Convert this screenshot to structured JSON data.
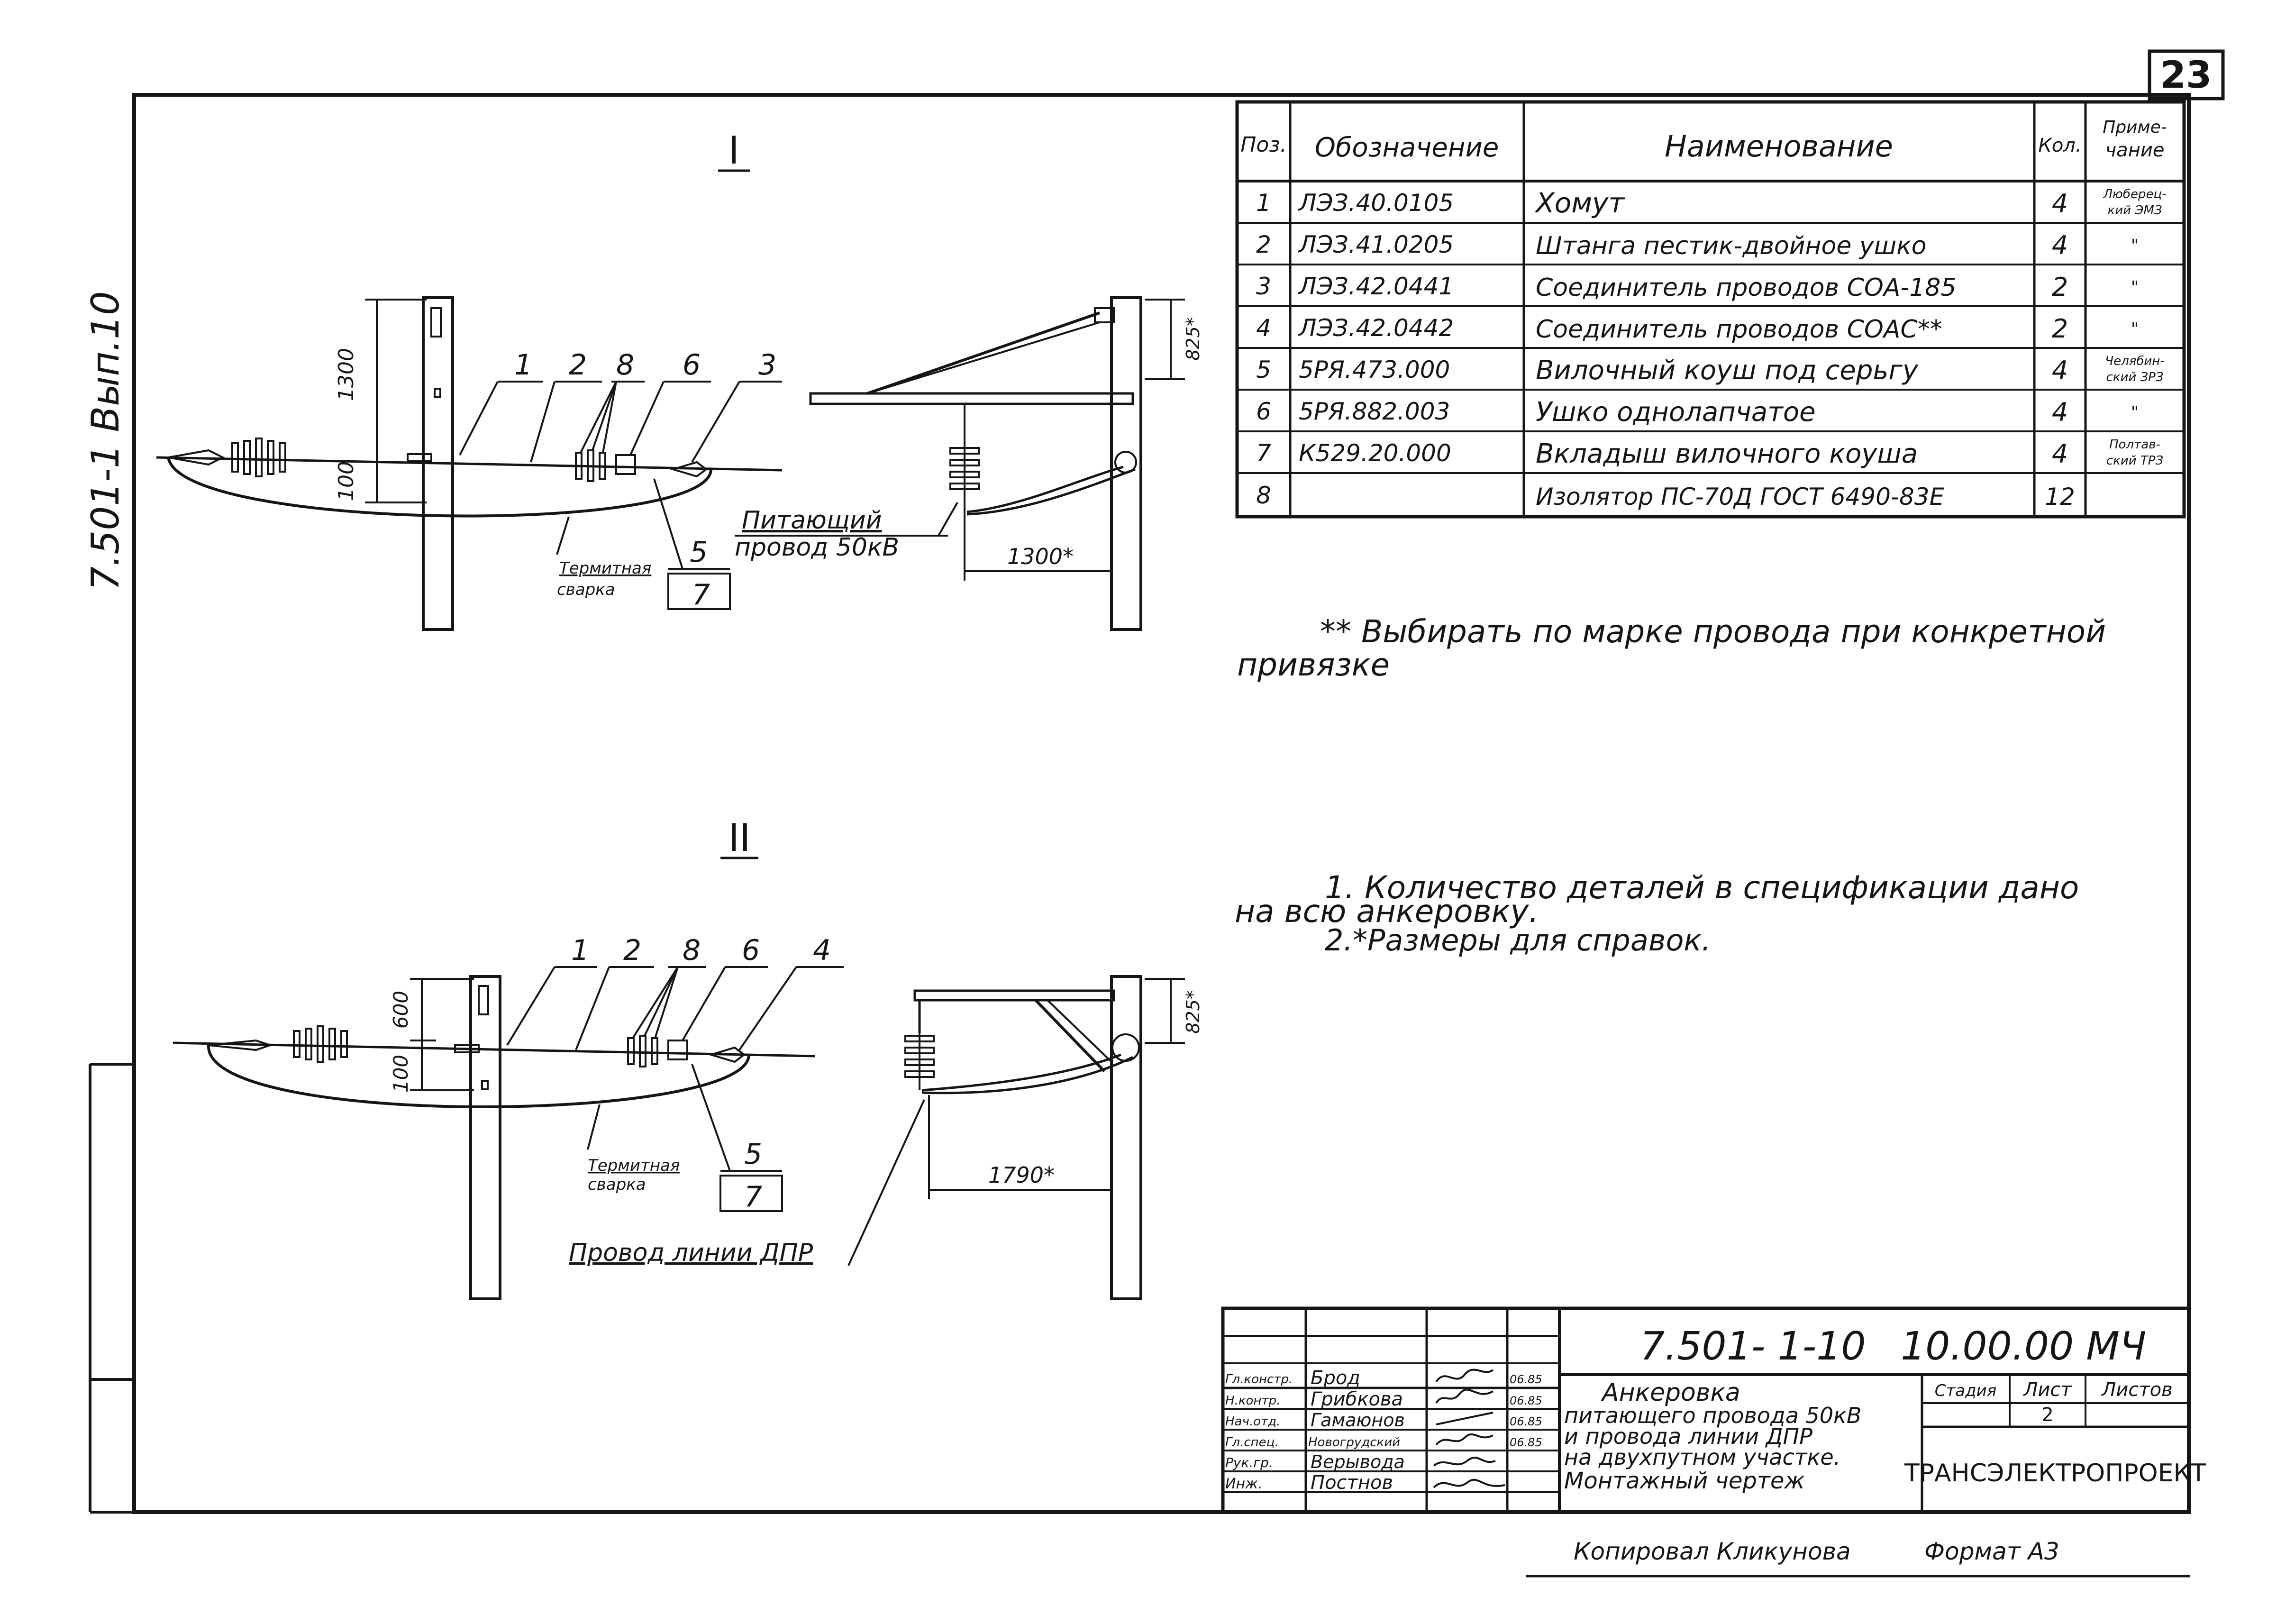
{
  "sheet_number": "23",
  "margin_code": "7.501-1  Вып.10",
  "views": {
    "view1": {
      "label": "I",
      "dim_1300": "1300",
      "dim_100": "100",
      "callouts": [
        "1",
        "2",
        "8",
        "6",
        "3"
      ],
      "callout_5": "5",
      "callout_7": "7",
      "weld_note_l1": "Термитная",
      "weld_note_l2": "сварка",
      "feeder_l1": "Питающий",
      "feeder_l2": "провод 50кВ",
      "dim_825": "825*",
      "dim_1300s": "1300*"
    },
    "view2": {
      "label": "II",
      "dim_600": "600",
      "dim_100": "100",
      "callouts": [
        "1",
        "2",
        "8",
        "6",
        "4"
      ],
      "callout_5": "5",
      "callout_7": "7",
      "weld_note_l1": "Термитная",
      "weld_note_l2": "сварка",
      "dpr_wire": "Провод линии ДПР",
      "dim_825": "825*",
      "dim_1790": "1790*"
    }
  },
  "spec_table": {
    "headers": {
      "pos": "Поз.",
      "designation": "Обозначение",
      "name": "Наименование",
      "qty": "Кол.",
      "note_l1": "Приме-",
      "note_l2": "чание"
    },
    "rows": [
      {
        "pos": "1",
        "designation": "ЛЭЗ.40.0105",
        "name": "Хомут",
        "qty": "4",
        "note_l1": "Люберец-",
        "note_l2": "кий ЭМЗ"
      },
      {
        "pos": "2",
        "designation": "ЛЭЗ.41.0205",
        "name": "Штанга пестик-двойное ушко",
        "qty": "4",
        "note_l1": "\"",
        "note_l2": ""
      },
      {
        "pos": "3",
        "designation": "ЛЭЗ.42.0441",
        "name": "Соединитель проводов СОА-185",
        "qty": "2",
        "note_l1": "\"",
        "note_l2": ""
      },
      {
        "pos": "4",
        "designation": "ЛЭЗ.42.0442",
        "name": "Соединитель проводов СОАС**",
        "qty": "2",
        "note_l1": "\"",
        "note_l2": ""
      },
      {
        "pos": "5",
        "designation": "5РЯ.473.000",
        "name": "Вилочный коуш под серьгу",
        "qty": "4",
        "note_l1": "Челябин-",
        "note_l2": "ский ЗРЗ"
      },
      {
        "pos": "6",
        "designation": "5РЯ.882.003",
        "name": "Ушко однолапчатое",
        "qty": "4",
        "note_l1": "\"",
        "note_l2": ""
      },
      {
        "pos": "7",
        "designation": "К529.20.000",
        "name": "Вкладыш вилочного коуша",
        "qty": "4",
        "note_l1": "Полтав-",
        "note_l2": "ский ТРЗ"
      },
      {
        "pos": "8",
        "designation": "",
        "name": "Изолятор ПС-70Д ГОСТ 6490-83Е",
        "qty": "12",
        "note_l1": "",
        "note_l2": ""
      }
    ]
  },
  "footnote": {
    "line1": "** Выбирать по марке провода при конкретной",
    "line2": "привязке"
  },
  "notes": {
    "line1": "1. Количество деталей в спецификации дано",
    "line2": "на всю анкеровку.",
    "line3": "2.*Размеры для справок."
  },
  "title_block": {
    "doc_code": "7.501- 1-10",
    "doc_number": "10.00.00 МЧ",
    "title_l1": "Анкеровка",
    "title_l2": "питающего провода 50кВ",
    "title_l3": "и провода линии ДПР",
    "title_l4": "на двухпутном участке.",
    "title_l5": "Монтажный чертеж",
    "stage_label": "Стадия",
    "sheet_label": "Лист",
    "sheets_label": "Листов",
    "sheet_value": "2",
    "org": "ТРАНСЭЛЕКТРОПРОЕКТ",
    "roles": [
      {
        "role": "Гл.констр.",
        "name": "Брод",
        "date": "06.85"
      },
      {
        "role": "Н.контр.",
        "name": "Грибкова",
        "date": "06.85"
      },
      {
        "role": "Нач.отд.",
        "name": "Гамаюнов",
        "date": "06.85"
      },
      {
        "role": "Гл.спец.",
        "name": "Новогрудский",
        "date": "06.85"
      },
      {
        "role": "Рук.гр.",
        "name": "Верывода",
        "date": ""
      },
      {
        "role": "Инж.",
        "name": "Постнов",
        "date": ""
      }
    ]
  },
  "copied_by": "Копировал Кликунова",
  "format": "Формат А3"
}
